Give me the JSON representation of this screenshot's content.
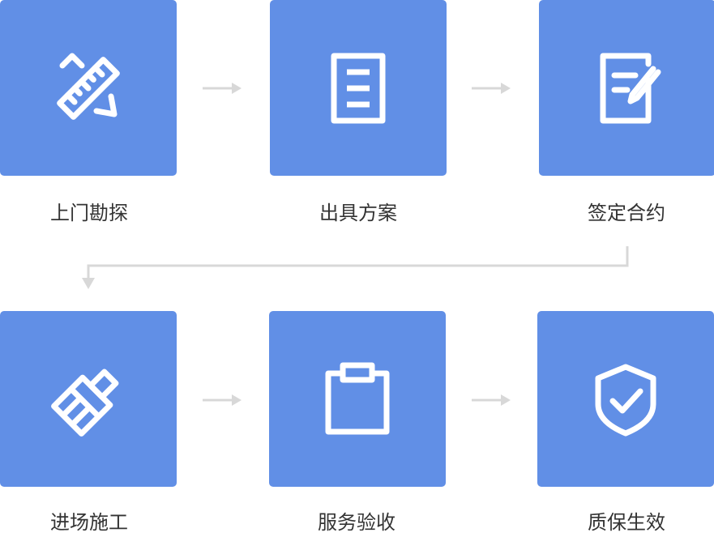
{
  "colors": {
    "tile": "#618fe6",
    "icon": "#ffffff",
    "arrow": "#d8d8d8",
    "text": "#333333"
  },
  "steps": [
    {
      "label": "上门勘探",
      "icon": "ruler-pencil-icon"
    },
    {
      "label": "出具方案",
      "icon": "document-icon"
    },
    {
      "label": "签定合约",
      "icon": "edit-contract-icon"
    },
    {
      "label": "进场施工",
      "icon": "paint-brush-icon"
    },
    {
      "label": "服务验收",
      "icon": "clipboard-icon"
    },
    {
      "label": "质保生效",
      "icon": "shield-check-icon"
    }
  ]
}
